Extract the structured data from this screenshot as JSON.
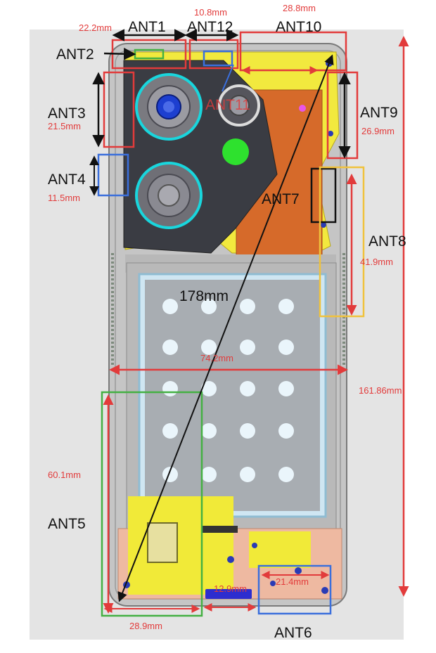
{
  "antennas": {
    "ant1": "ANT1",
    "ant2": "ANT2",
    "ant3": "ANT3",
    "ant4": "ANT4",
    "ant5": "ANT5",
    "ant6": "ANT6",
    "ant7": "ANT7",
    "ant8": "ANT8",
    "ant9": "ANT9",
    "ant10": "ANT10",
    "ant11": "ANT11",
    "ant12": "ANT12"
  },
  "dimensions": {
    "ant1_width": "22.2mm",
    "ant12_width": "10.8mm",
    "ant10_width": "28.8mm",
    "ant3_height": "21.5mm",
    "ant4_height": "11.5mm",
    "ant9_height": "26.9mm",
    "ant8_height": "41.9mm",
    "ant5_height": "60.1mm",
    "ant5_width": "28.9mm",
    "ant6_gap": "12.9mm",
    "ant6_width": "21.4mm",
    "phone_width": "74.2mm",
    "phone_height": "161.86mm",
    "diagonal": "178mm"
  },
  "colors": {
    "background_panel": "#e4e4e4",
    "phone_board": "#c8c8c8",
    "camera_module": "#3b3d44",
    "camera_ring": "#19d6dd",
    "battery": "#cde6f2",
    "battery_dot": "#eaf5fb",
    "copper_board": "#d86d2a",
    "yellow_flex": "#f4ec3c",
    "dim_red": "#e23b3b",
    "ant_red": "#e23b3b",
    "ant_blue": "#3a6fdc",
    "ant_green": "#44b043",
    "ant_yellow": "#f0c23c",
    "ant_black": "#111111"
  }
}
